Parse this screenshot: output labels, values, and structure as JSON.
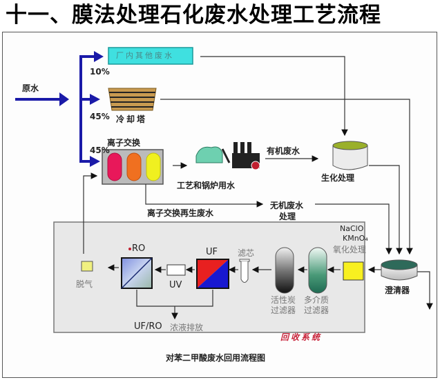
{
  "title": "十一、膜法处理石化废水处理工艺流程",
  "diagram": {
    "raw_water": "原水",
    "branches": [
      {
        "percent": "10%",
        "target": "厂内其他废水"
      },
      {
        "percent": "45%",
        "target": "冷却塔"
      },
      {
        "percent": "45%",
        "target": "离子交换"
      }
    ],
    "process_boiler_water": "工艺和锅炉用水",
    "organic_wastewater": "有机废水",
    "biochemical_treatment": "生化处理",
    "ion_exchange_regen_wastewater": "离子交换再生废水",
    "inorganic_wastewater_treatment_line1": "无机废水",
    "inorganic_wastewater_treatment_line2": "处理",
    "clarifier": "澄清器",
    "oxidants": [
      "NaClO",
      "KMnO₄"
    ],
    "oxidation_treatment": "氧化处理",
    "multimedia_filter_line1": "多介质",
    "multimedia_filter_line2": "过滤器",
    "activated_carbon_filter_line1": "活性炭",
    "activated_carbon_filter_line2": "过滤器",
    "filter_cartridge": "滤芯",
    "uf": "UF",
    "uv": "UV",
    "ro": "RO",
    "degas": "脱气",
    "concentrate_discharge_prefix": "UF/RO",
    "concentrate_discharge": "浓液排放",
    "recovery_system": "回收系统",
    "caption": "对苯二甲酸废水回用流程图"
  }
}
